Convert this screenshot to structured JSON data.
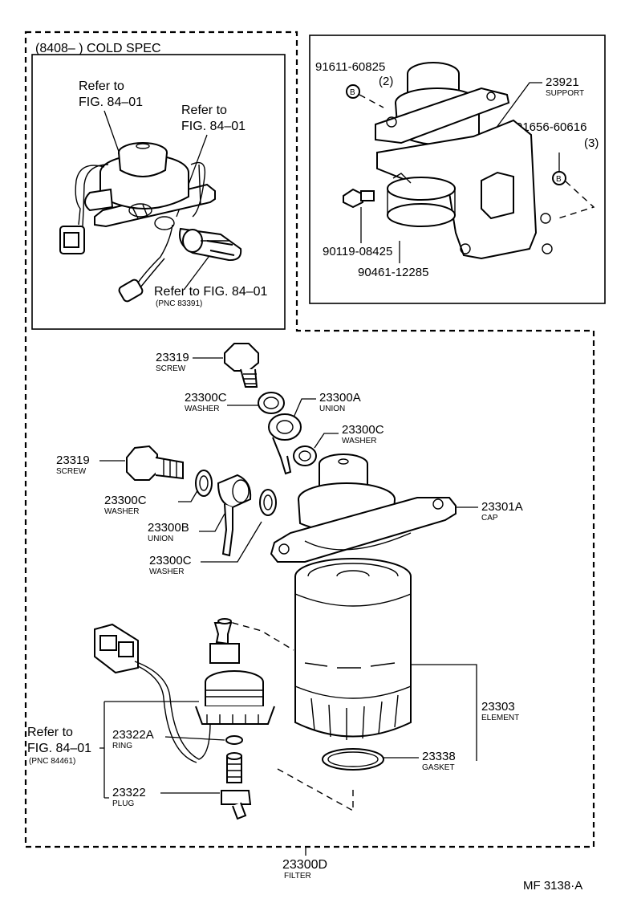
{
  "inset_cold_spec": {
    "header": "(8408–      ) COLD SPEC",
    "refer_a_line1": "Refer to",
    "refer_a_line2": "FIG. 84–01",
    "refer_b_line1": "Refer to",
    "refer_b_line2": "FIG. 84–01",
    "refer_c_line1": "Refer to FIG. 84–01",
    "refer_c_pnc": "(PNC 83391)"
  },
  "inset_support": {
    "bolt_a_number": "91611-60825",
    "bolt_a_qty": "(2)",
    "support_number": "23921",
    "support_name": "SUPPORT",
    "bolt_b_number": "91656-60616",
    "bolt_b_qty": "(3)",
    "marker_b": "B",
    "bolt_c_number": "90119-08425",
    "band_number": "90461-12285"
  },
  "main_parts": {
    "screw_top_number": "23319",
    "screw_top_name": "SCREW",
    "washer_top_number": "23300C",
    "washer_top_name": "WASHER",
    "union_a_number": "23300A",
    "union_a_name": "UNION",
    "washer_mid_number": "23300C",
    "washer_mid_name": "WASHER",
    "screw_left_number": "23319",
    "screw_left_name": "SCREW",
    "washer_left_number": "23300C",
    "washer_left_name": "WASHER",
    "union_b_number": "23300B",
    "union_b_name": "UNION",
    "washer_low_number": "23300C",
    "washer_low_name": "WASHER",
    "cap_number": "23301A",
    "cap_name": "CAP",
    "element_number": "23303",
    "element_name": "ELEMENT",
    "gasket_number": "23338",
    "gasket_name": "GASKET",
    "refer_line1": "Refer to",
    "refer_line2": "FIG. 84–01",
    "refer_pnc": "(PNC 84461)",
    "ring_number": "23322A",
    "ring_name": "RING",
    "plug_number": "23322",
    "plug_name": "PLUG",
    "filter_number": "23300D",
    "filter_name": "FILTER"
  },
  "footer": {
    "figure_code": "MF  3138·A"
  }
}
